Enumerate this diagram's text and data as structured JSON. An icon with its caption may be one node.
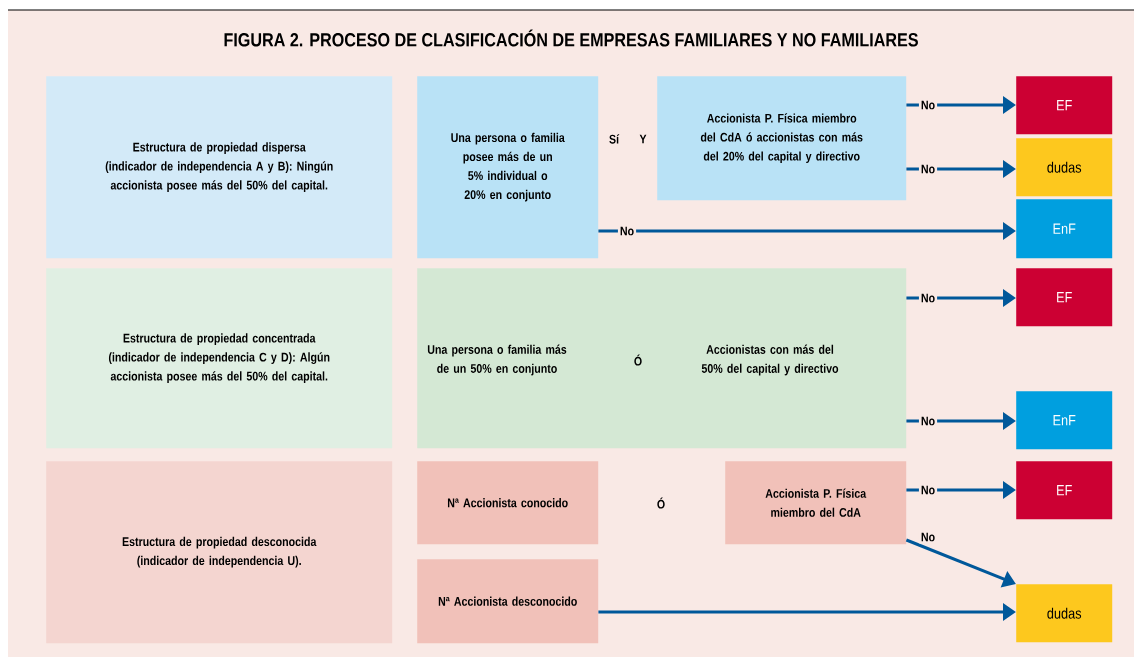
{
  "diagram": {
    "title": "FIGURA 2. PROCESO DE CLASIFICACIÓN DE EMPRESAS FAMILIARES Y NO FAMILIARES",
    "nodes": [
      {
        "text": [
          "Estructura de propiedad dispersa (indicador de independencia A y B): Ningún accionista posee más del 50% del capital."
        ]
      },
      {
        "text": [
          "Una persona o familia posee más de un 5% individual o 20% en conjunto"
        ]
      },
      {
        "text": [
          "Accionista P. Física miembro del CdA ó accionistas con más del 20% del capital y directivo"
        ]
      },
      {
        "text": [
          "EF"
        ]
      },
      {
        "text": [
          "dudas"
        ]
      },
      {
        "text": [
          "EnF"
        ]
      },
      {
        "text": [
          "Estructura de propiedad concentrada (indicador de independencia C y D): Algún accionista posee más del 50% del capital."
        ]
      },
      {
        "text": [
          "Una persona o familia más de un 50% en conjunto",
          "Ó",
          "Accionistas con más del 50% del capital y directivo"
        ]
      },
      {
        "text": [
          "EF"
        ]
      },
      {
        "text": [
          "EnF"
        ]
      },
      {
        "text": [
          "Estructura de propiedad desconocida (indicador de independencia U)."
        ]
      },
      {
        "text": [
          "Nª Accionista conocido"
        ]
      },
      {
        "text": [
          "Accionista P. Física miembro del CdA"
        ]
      },
      {
        "text": [
          "EF"
        ]
      },
      {
        "text": [
          "Nª Accionista desconocido"
        ]
      },
      {
        "text": [
          "dudas"
        ]
      }
    ],
    "edges": [
      {
        "from": 2,
        "to": 3,
        "arrow": "to",
        "label": "No"
      },
      {
        "from": 2,
        "to": 4,
        "arrow": "to",
        "label": "No"
      },
      {
        "from": 1,
        "to": 5,
        "arrow": "to",
        "label": "No"
      },
      {
        "from": 7,
        "to": 8,
        "arrow": "to",
        "label": "No"
      },
      {
        "from": 7,
        "to": 9,
        "arrow": "to",
        "label": "No"
      },
      {
        "from": 12,
        "to": 13,
        "arrow": "to",
        "label": "No"
      },
      {
        "from": 12,
        "to": 15,
        "arrow": "to",
        "label": "No"
      },
      {
        "from": 14,
        "to": 15,
        "arrow": "to"
      }
    ],
    "labels": [
      "Sí",
      "Y",
      "Ó"
    ]
  }
}
